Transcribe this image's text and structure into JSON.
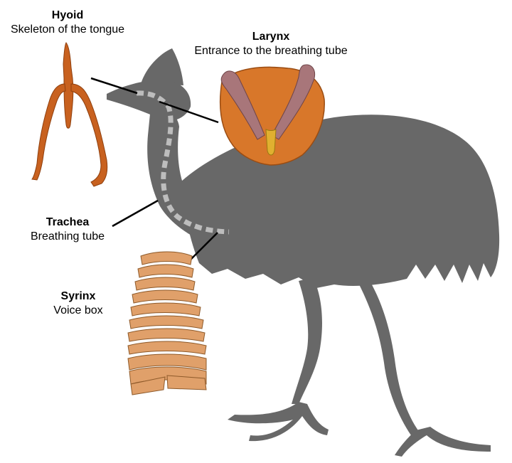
{
  "labels": {
    "hyoid": {
      "title": "Hyoid",
      "subtitle": "Skeleton of the tongue"
    },
    "larynx": {
      "title": "Larynx",
      "subtitle": "Entrance to the breathing tube"
    },
    "trachea": {
      "title": "Trachea",
      "subtitle": "Breathing tube"
    },
    "syrinx": {
      "title": "Syrinx",
      "subtitle": "Voice box"
    }
  },
  "colors": {
    "silhouette": "#686868",
    "bone_hyoid": "#c8611f",
    "bone_larynx": "#d8772a",
    "larynx_cartilage": "#a8767a",
    "syrinx_rings": "#e0a06a",
    "trachea_dash": "#bdbdbd",
    "leader_line": "#000000"
  }
}
